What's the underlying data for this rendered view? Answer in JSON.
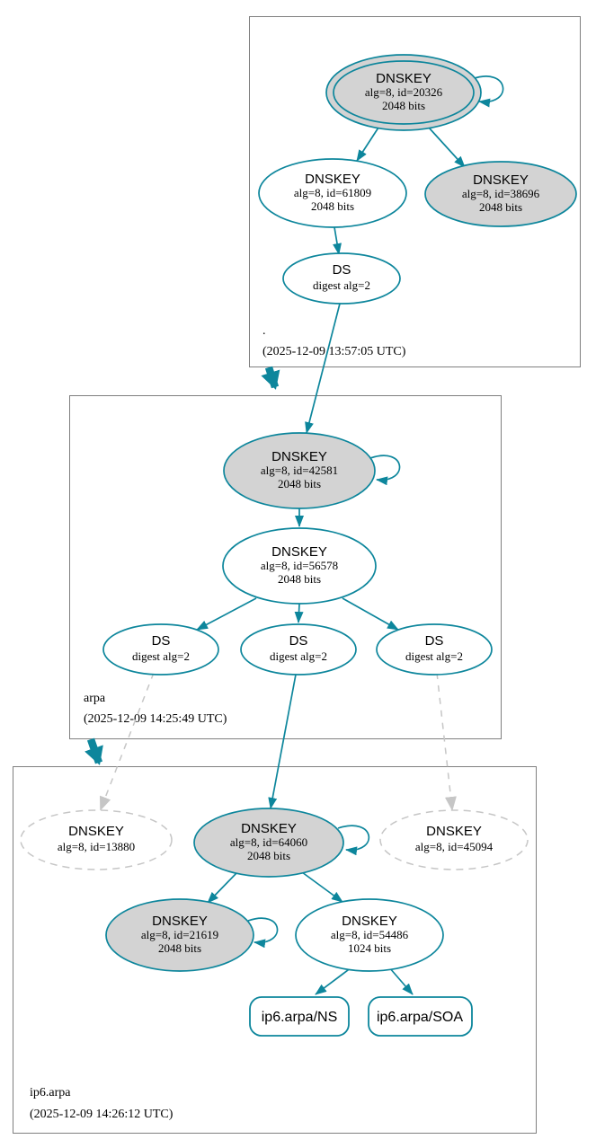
{
  "colors": {
    "secure_teal": "#0d869c",
    "key_fill_gray": "#d3d3d3",
    "dashed_gray": "#c6c6c6",
    "zone_box_border": "#7f7f7f",
    "background": "#ffffff"
  },
  "zones": {
    "root": {
      "label": ".",
      "timestamp": "(2025-12-09 13:57:05 UTC)"
    },
    "arpa": {
      "label": "arpa",
      "timestamp": "(2025-12-09 14:25:49 UTC)"
    },
    "ip6_arpa": {
      "label": "ip6.arpa",
      "timestamp": "(2025-12-09 14:26:12 UTC)"
    }
  },
  "nodes": {
    "root_ksk_20326": {
      "title": "DNSKEY",
      "detail": "alg=8, id=20326",
      "bits": "2048 bits"
    },
    "root_zsk_61809": {
      "title": "DNSKEY",
      "detail": "alg=8, id=61809",
      "bits": "2048 bits"
    },
    "root_key_38696": {
      "title": "DNSKEY",
      "detail": "alg=8, id=38696",
      "bits": "2048 bits"
    },
    "root_ds": {
      "title": "DS",
      "detail": "digest alg=2"
    },
    "arpa_ksk_42581": {
      "title": "DNSKEY",
      "detail": "alg=8, id=42581",
      "bits": "2048 bits"
    },
    "arpa_zsk_56578": {
      "title": "DNSKEY",
      "detail": "alg=8, id=56578",
      "bits": "2048 bits"
    },
    "arpa_ds_left": {
      "title": "DS",
      "detail": "digest alg=2"
    },
    "arpa_ds_mid": {
      "title": "DS",
      "detail": "digest alg=2"
    },
    "arpa_ds_right": {
      "title": "DS",
      "detail": "digest alg=2"
    },
    "ip6_key_13880": {
      "title": "DNSKEY",
      "detail": "alg=8, id=13880"
    },
    "ip6_ksk_64060": {
      "title": "DNSKEY",
      "detail": "alg=8, id=64060",
      "bits": "2048 bits"
    },
    "ip6_key_45094": {
      "title": "DNSKEY",
      "detail": "alg=8, id=45094"
    },
    "ip6_key_21619": {
      "title": "DNSKEY",
      "detail": "alg=8, id=21619",
      "bits": "2048 bits"
    },
    "ip6_zsk_54486": {
      "title": "DNSKEY",
      "detail": "alg=8, id=54486",
      "bits": "1024 bits"
    },
    "ip6_ns": {
      "label": "ip6.arpa/NS"
    },
    "ip6_soa": {
      "label": "ip6.arpa/SOA"
    }
  }
}
